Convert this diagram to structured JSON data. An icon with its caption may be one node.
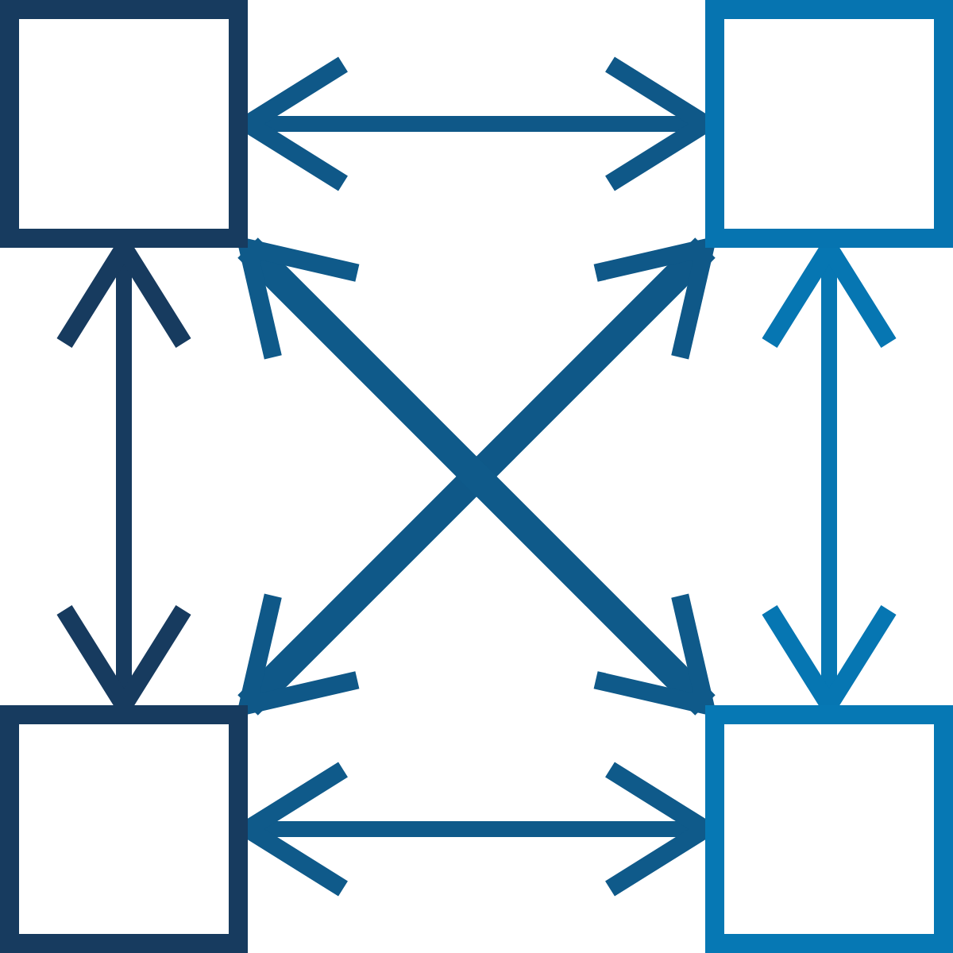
{
  "diagram": {
    "nodes": [
      {
        "text": [],
        "shape": "box"
      },
      {
        "text": [],
        "shape": "box"
      },
      {
        "text": [],
        "shape": "box"
      },
      {
        "text": [],
        "shape": "box"
      }
    ],
    "edges": [
      {
        "from": 0,
        "to": 1,
        "arrow": "both"
      },
      {
        "from": 0,
        "to": 2,
        "arrow": "both"
      },
      {
        "from": 1,
        "to": 3,
        "arrow": "both"
      },
      {
        "from": 2,
        "to": 3,
        "arrow": "both"
      },
      {
        "from": 0,
        "to": 3,
        "arrow": "both",
        "style": "thick"
      },
      {
        "from": 1,
        "to": 2,
        "arrow": "both",
        "style": "thick"
      }
    ]
  }
}
